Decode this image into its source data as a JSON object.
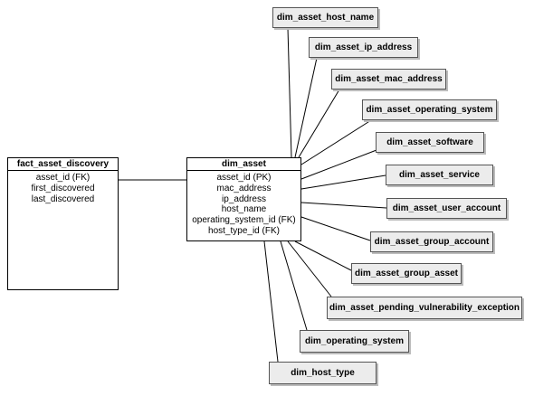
{
  "fact_table": {
    "title": "fact_asset_discovery",
    "attributes": [
      "asset_id (FK)",
      "first_discovered",
      "last_discovered"
    ]
  },
  "center_table": {
    "title": "dim_asset",
    "attributes": [
      "asset_id (PK)",
      "mac_address",
      "ip_address",
      "host_name",
      "operating_system_id (FK)",
      "host_type_id (FK)"
    ]
  },
  "dimensions": [
    {
      "id": "dim-asset-host-name",
      "label": "dim_asset_host_name"
    },
    {
      "id": "dim-asset-ip-address",
      "label": "dim_asset_ip_address"
    },
    {
      "id": "dim-asset-mac-address",
      "label": "dim_asset_mac_address"
    },
    {
      "id": "dim-asset-operating-system",
      "label": "dim_asset_operating_system"
    },
    {
      "id": "dim-asset-software",
      "label": "dim_asset_software"
    },
    {
      "id": "dim-asset-service",
      "label": "dim_asset_service"
    },
    {
      "id": "dim-asset-user-account",
      "label": "dim_asset_user_account"
    },
    {
      "id": "dim-asset-group-account",
      "label": "dim_asset_group_account"
    },
    {
      "id": "dim-asset-group-asset",
      "label": "dim_asset_group_asset"
    },
    {
      "id": "dim-asset-pending-vulnerability-exception",
      "label": "dim_asset_pending_vulnerability_exception"
    },
    {
      "id": "dim-operating-system",
      "label": "dim_operating_system"
    },
    {
      "id": "dim-host-type",
      "label": "dim_host_type"
    }
  ]
}
